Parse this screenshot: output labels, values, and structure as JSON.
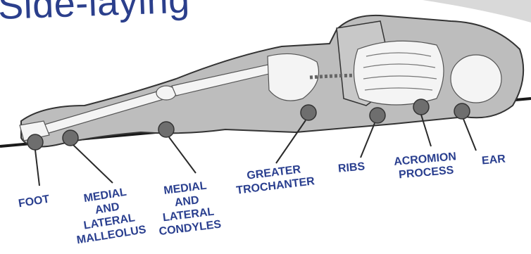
{
  "title": "Side-laying",
  "labels": {
    "foot": "FOOT",
    "medial_malleolus": "MEDIAL\nAND\nLATERAL\nMALLEOLUS",
    "medial_condyles": "MEDIAL\nAND\nLATERAL\nCONDYLES",
    "greater_trochanter": "GREATER\nTROCHANTER",
    "ribs": "RIBS",
    "acromion": "ACROMION\nPROCESS",
    "ear": "EAR"
  },
  "colors": {
    "title": "#2b3f8c",
    "label": "#2a3f8f",
    "body_fill": "#bdbdbd",
    "bone_fill": "#f4f4f4",
    "pressure_point": "#6e6e6e",
    "surface_line": "#1a1a1a"
  }
}
